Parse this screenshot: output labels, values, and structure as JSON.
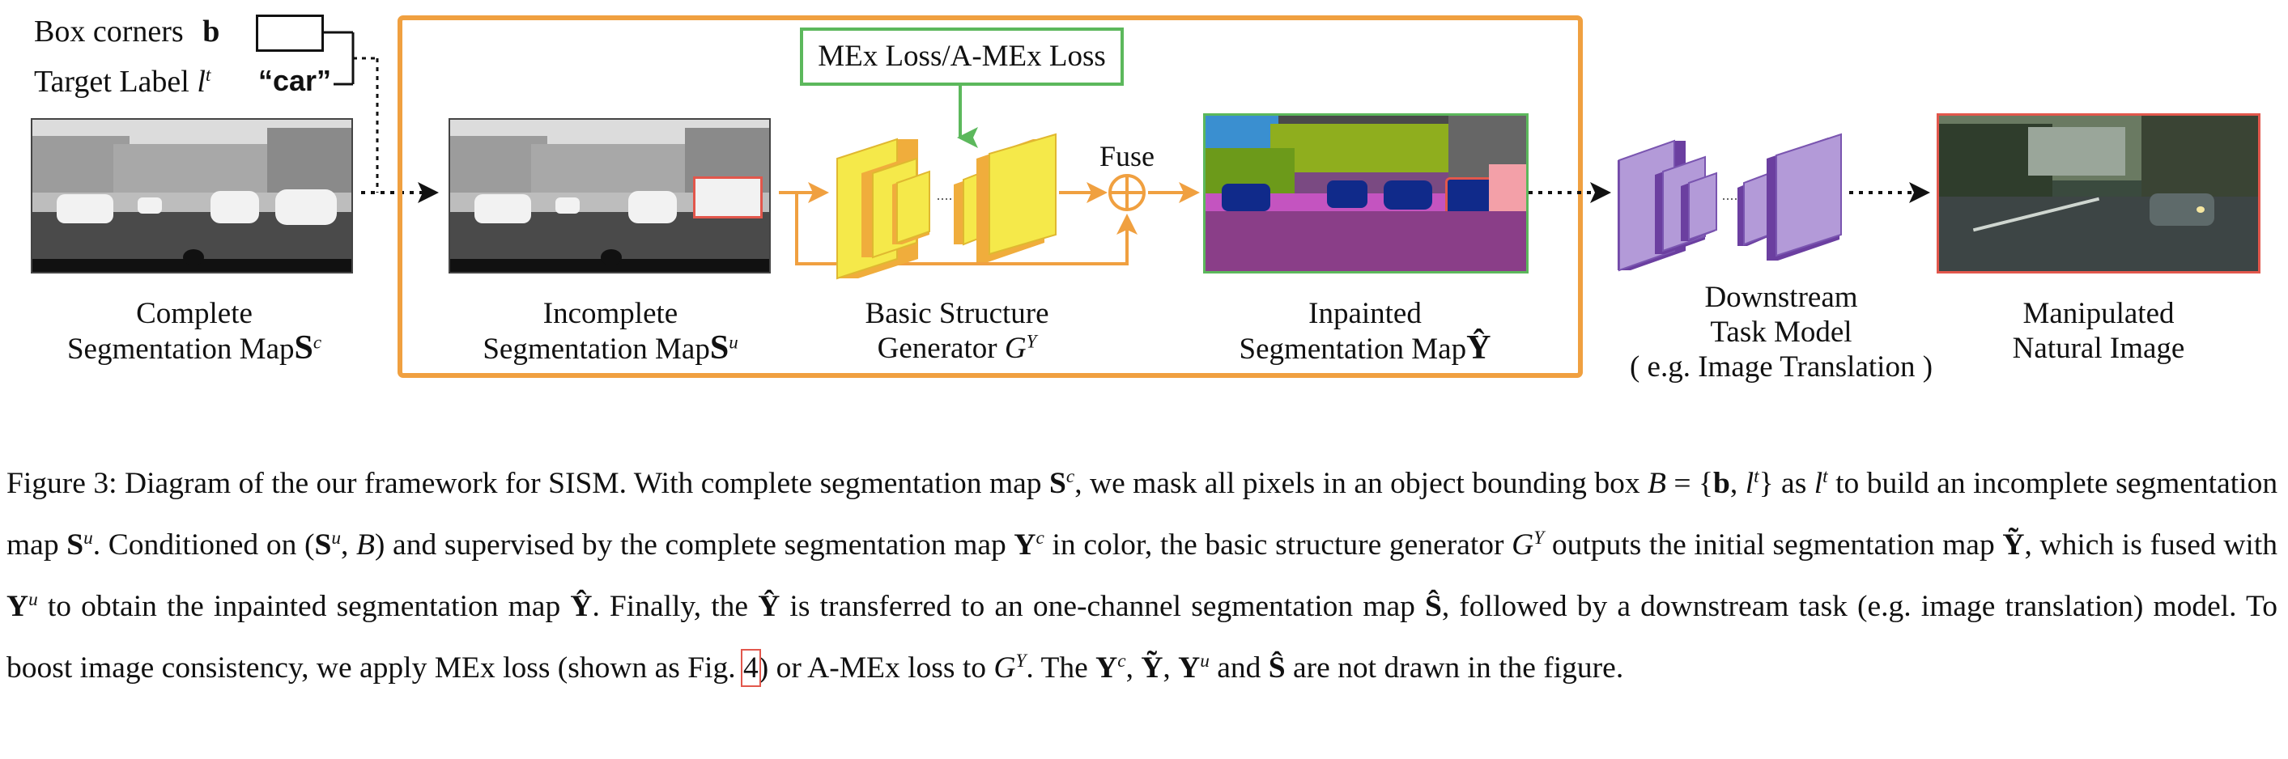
{
  "legend": {
    "box_corners_text": "Box corners",
    "box_corners_symbol": "b",
    "target_label_text": "Target Label",
    "target_label_symbol": "l",
    "target_label_sup": "t",
    "target_example": "“car”"
  },
  "loss_box_label": "MEx Loss/A-MEx Loss",
  "fuse_label": "Fuse",
  "fuse_symbol": "⊕",
  "stages": {
    "complete": {
      "line1": "Complete",
      "line2": "Segmentation Map",
      "symbol": "S",
      "sup": "c"
    },
    "incomplete": {
      "line1": "Incomplete",
      "line2": "Segmentation Map",
      "symbol": "S",
      "sup": "u"
    },
    "generator": {
      "line1": "Basic Structure",
      "line2": "Generator",
      "symbol": "G",
      "sup": "Y"
    },
    "inpainted": {
      "line1": "Inpainted",
      "line2": "Segmentation Map",
      "symbol": "Ŷ"
    },
    "downstream": {
      "line1": "Downstream",
      "line2": "Task Model",
      "line3": "( e.g. Image Translation )"
    },
    "manipulated": {
      "line1": "Manipulated",
      "line2": "Natural Image"
    }
  },
  "caption": {
    "figure_label": "Figure 3:",
    "p1": "Diagram of the our framework for SISM. With complete segmentation map",
    "p2": ", we mask all pixels in an object bounding box",
    "p3": "as",
    "p4": "to build an incomplete segmentation map",
    "p5": ". Conditioned on (",
    "p6": ") and supervised by the complete segmentation map",
    "p7": "in color, the basic structure generator",
    "p8": "outputs the initial segmentation map",
    "p9": ", which is fused with",
    "p10": "to obtain the inpainted segmentation map",
    "p11": ". Finally, the",
    "p12": "is transferred to an one-channel segmentation map",
    "p13": ", followed by a downstream task (e.g. image translation) model. To boost image consistency, we apply MEx loss (shown as Fig.",
    "fig_ref": "4",
    "p14": ") or A-MEx loss to",
    "p15": ". The",
    "p16": "and",
    "p17": "are not drawn in the figure."
  },
  "colors": {
    "orange": "#f0a040",
    "green": "#5cb85c",
    "red_box": "#e2574c",
    "yellow_block": "#f5e94a",
    "purple_block": "#9a6fc0"
  }
}
